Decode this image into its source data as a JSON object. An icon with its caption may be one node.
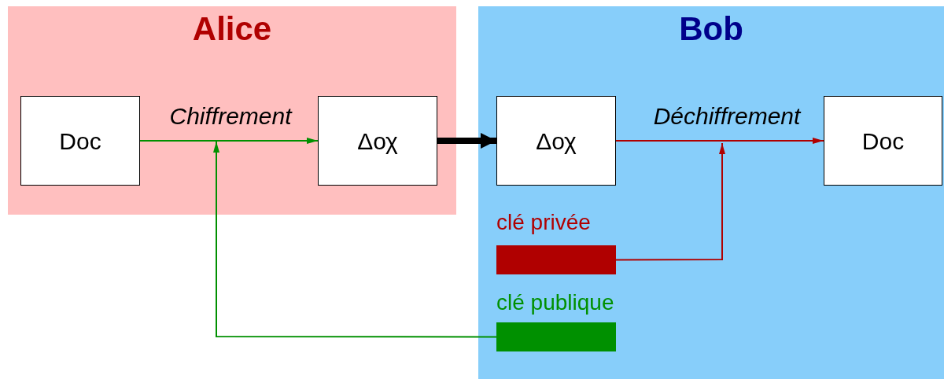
{
  "diagram": {
    "nodes": [
      {
        "text": [
          "Alice"
        ]
      },
      {
        "text": [
          "Bob"
        ]
      },
      {
        "text": [
          "Doc"
        ],
        "in": 0
      },
      {
        "text": [
          "Δοχ"
        ],
        "in": 0
      },
      {
        "text": [
          "Δοχ"
        ],
        "in": 1
      },
      {
        "text": [
          "Doc"
        ],
        "in": 1
      },
      {
        "text": [
          "clé privée"
        ],
        "in": 1
      },
      {
        "text": [
          "clé publique"
        ],
        "in": 1
      }
    ],
    "edges": [
      {
        "from": 2,
        "to": 3,
        "arrow": "to",
        "label": "Chiffrement",
        "color": "#009000"
      },
      {
        "from": 3,
        "to": 4,
        "arrow": "to",
        "style": "thick",
        "color": "#000000"
      },
      {
        "from": 4,
        "to": 5,
        "arrow": "to",
        "label": "Déchiffrement",
        "color": "#b00000"
      },
      {
        "from": 6,
        "to": null,
        "arrow": "to",
        "color": "#b00000"
      },
      {
        "from": 7,
        "to": null,
        "arrow": "to",
        "color": "#009000"
      }
    ]
  }
}
